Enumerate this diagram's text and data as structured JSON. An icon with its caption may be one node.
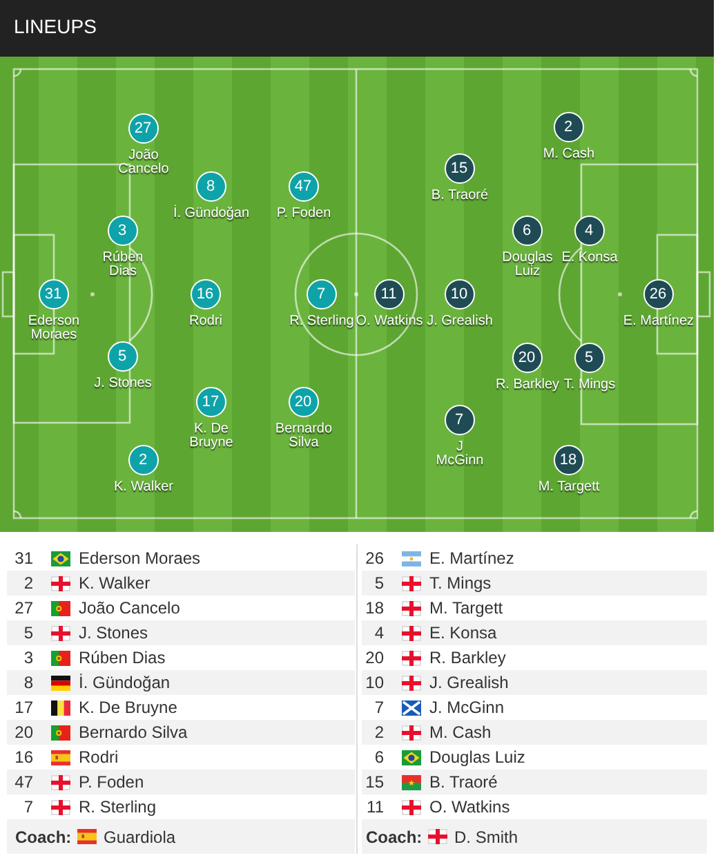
{
  "diagram": {
    "title": "LINEUPS",
    "nodes": [
      {
        "text": [
          "27"
        ],
        "beside": [
          "João Cancelo"
        ]
      },
      {
        "text": [
          "8"
        ],
        "beside": [
          "İ. Gündoğan"
        ]
      },
      {
        "text": [
          "47"
        ],
        "beside": [
          "P. Foden"
        ]
      },
      {
        "text": [
          "3"
        ],
        "beside": [
          "Rúben Dias"
        ]
      },
      {
        "text": [
          "31"
        ],
        "beside": [
          "Ederson Moraes"
        ]
      },
      {
        "text": [
          "16"
        ],
        "beside": [
          "Rodri"
        ]
      },
      {
        "text": [
          "7"
        ],
        "beside": [
          "R. Sterling"
        ]
      },
      {
        "text": [
          "5"
        ],
        "beside": [
          "J. Stones"
        ]
      },
      {
        "text": [
          "17"
        ],
        "beside": [
          "K. De Bruyne"
        ]
      },
      {
        "text": [
          "20"
        ],
        "beside": [
          "Bernardo Silva"
        ]
      },
      {
        "text": [
          "2"
        ],
        "beside": [
          "K. Walker"
        ]
      },
      {
        "text": [
          "2"
        ],
        "beside": [
          "M. Cash"
        ]
      },
      {
        "text": [
          "15"
        ],
        "beside": [
          "B. Traoré"
        ]
      },
      {
        "text": [
          "6"
        ],
        "beside": [
          "Douglas Luiz"
        ]
      },
      {
        "text": [
          "4"
        ],
        "beside": [
          "E. Konsa"
        ]
      },
      {
        "text": [
          "11"
        ],
        "beside": [
          "O. Watkins"
        ]
      },
      {
        "text": [
          "10"
        ],
        "beside": [
          "J. Grealish"
        ]
      },
      {
        "text": [
          "26"
        ],
        "beside": [
          "E. Martínez"
        ]
      },
      {
        "text": [
          "20"
        ],
        "beside": [
          "R. Barkley"
        ]
      },
      {
        "text": [
          "5"
        ],
        "beside": [
          "T. Mings"
        ]
      },
      {
        "text": [
          "7"
        ],
        "beside": [
          "J McGinn"
        ]
      },
      {
        "text": [
          "18"
        ],
        "beside": [
          "M. Targett"
        ]
      }
    ],
    "labels": [
      "31",
      "Ederson Moraes",
      "2",
      "K. Walker",
      "27",
      "João Cancelo",
      "5",
      "J. Stones",
      "3",
      "Rúben Dias",
      "8",
      "İ. Gündoğan",
      "17",
      "K. De Bruyne",
      "20",
      "Bernardo Silva",
      "16",
      "Rodri",
      "47",
      "P. Foden",
      "7",
      "R. Sterling",
      "Coach:",
      "Guardiola",
      "26",
      "E. Martínez",
      "5",
      "T. Mings",
      "18",
      "M. Targett",
      "4",
      "E. Konsa",
      "20",
      "R. Barkley",
      "10",
      "J. Grealish",
      "7",
      "J. McGinn",
      "2",
      "M. Cash",
      "6",
      "Douglas Luiz",
      "15",
      "B. Traoré",
      "11",
      "O. Watkins",
      "Coach:",
      "D. Smith"
    ]
  }
}
